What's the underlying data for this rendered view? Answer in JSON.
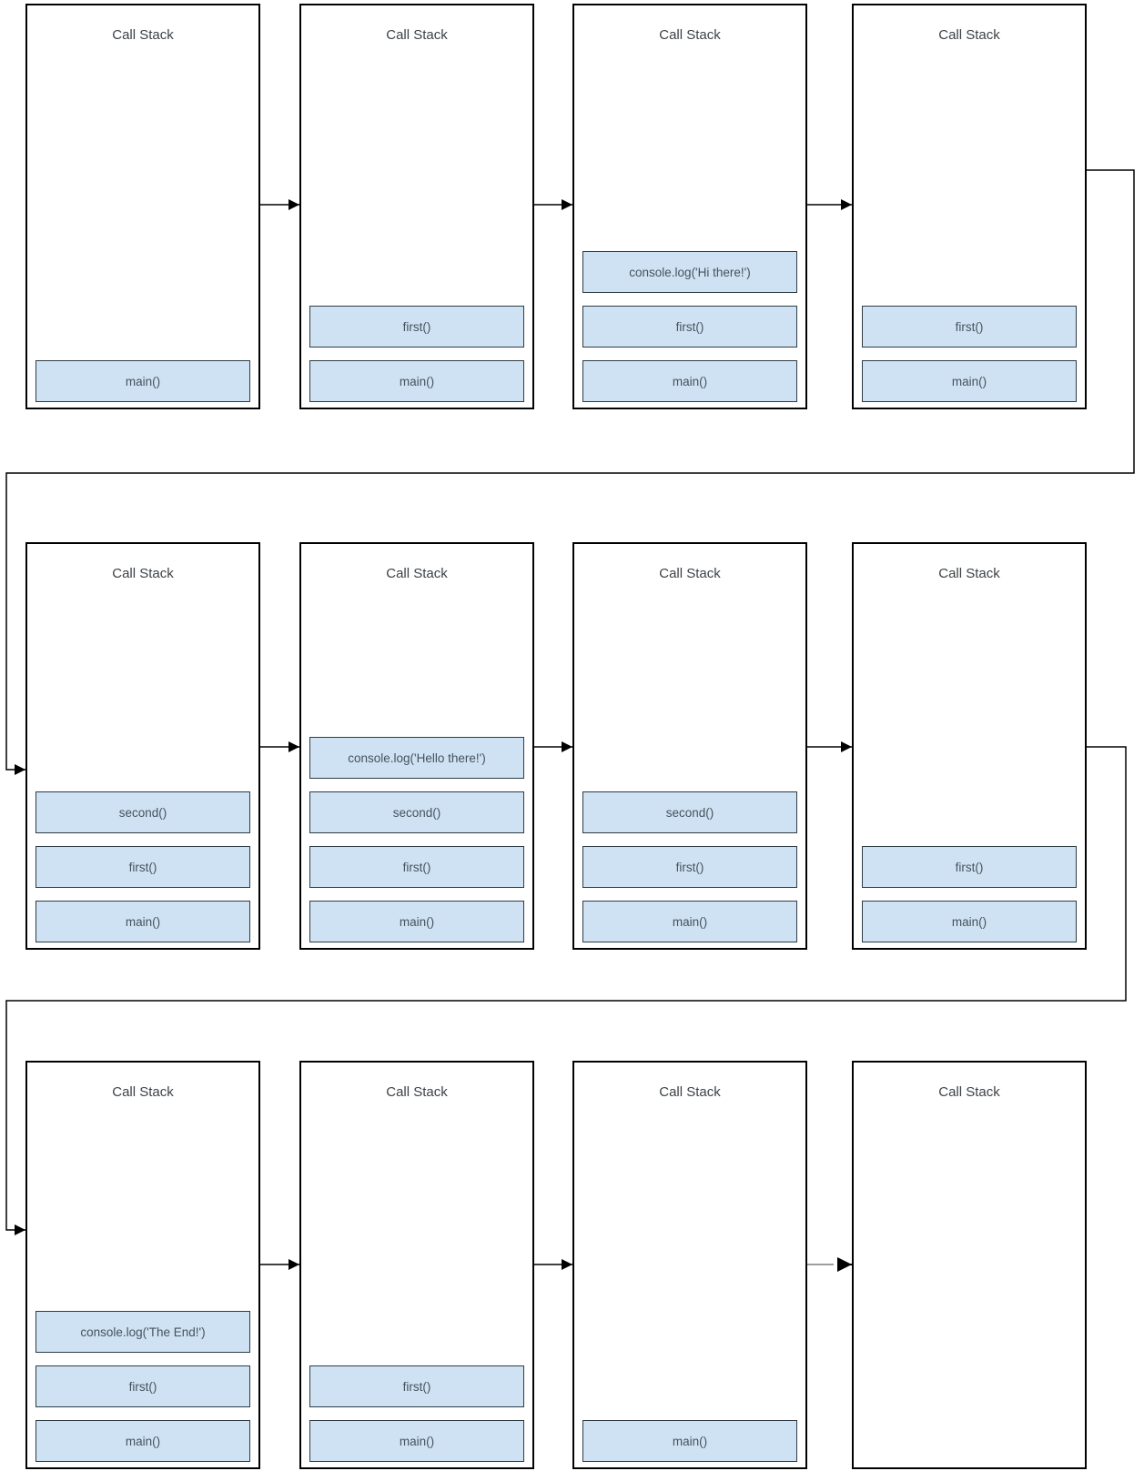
{
  "diagram": {
    "description": "Call stack evolution diagram, 3 rows of 4 snapshots",
    "boxes": [
      {
        "title": "Call Stack",
        "frames": [
          "main()"
        ]
      },
      {
        "title": "Call Stack",
        "frames": [
          "first()",
          "main()"
        ]
      },
      {
        "title": "Call Stack",
        "frames": [
          "console.log('Hi there!')",
          "first()",
          "main()"
        ]
      },
      {
        "title": "Call Stack",
        "frames": [
          "first()",
          "main()"
        ]
      },
      {
        "title": "Call Stack",
        "frames": [
          "second()",
          "first()",
          "main()"
        ]
      },
      {
        "title": "Call Stack",
        "frames": [
          "console.log('Hello there!')",
          "second()",
          "first()",
          "main()"
        ]
      },
      {
        "title": "Call Stack",
        "frames": [
          "second()",
          "first()",
          "main()"
        ]
      },
      {
        "title": "Call Stack",
        "frames": [
          "first()",
          "main()"
        ]
      },
      {
        "title": "Call Stack",
        "frames": [
          "console.log('The End!')",
          "first()",
          "main()"
        ]
      },
      {
        "title": "Call Stack",
        "frames": [
          "first()",
          "main()"
        ]
      },
      {
        "title": "Call Stack",
        "frames": [
          "main()"
        ]
      },
      {
        "title": "Call Stack",
        "frames": []
      }
    ],
    "colors": {
      "frame_fill": "#cfe2f3",
      "frame_border": "#2d3b45",
      "box_border": "#000000",
      "connector": "#000000",
      "dashed_connector": "#7d7d7d"
    }
  }
}
